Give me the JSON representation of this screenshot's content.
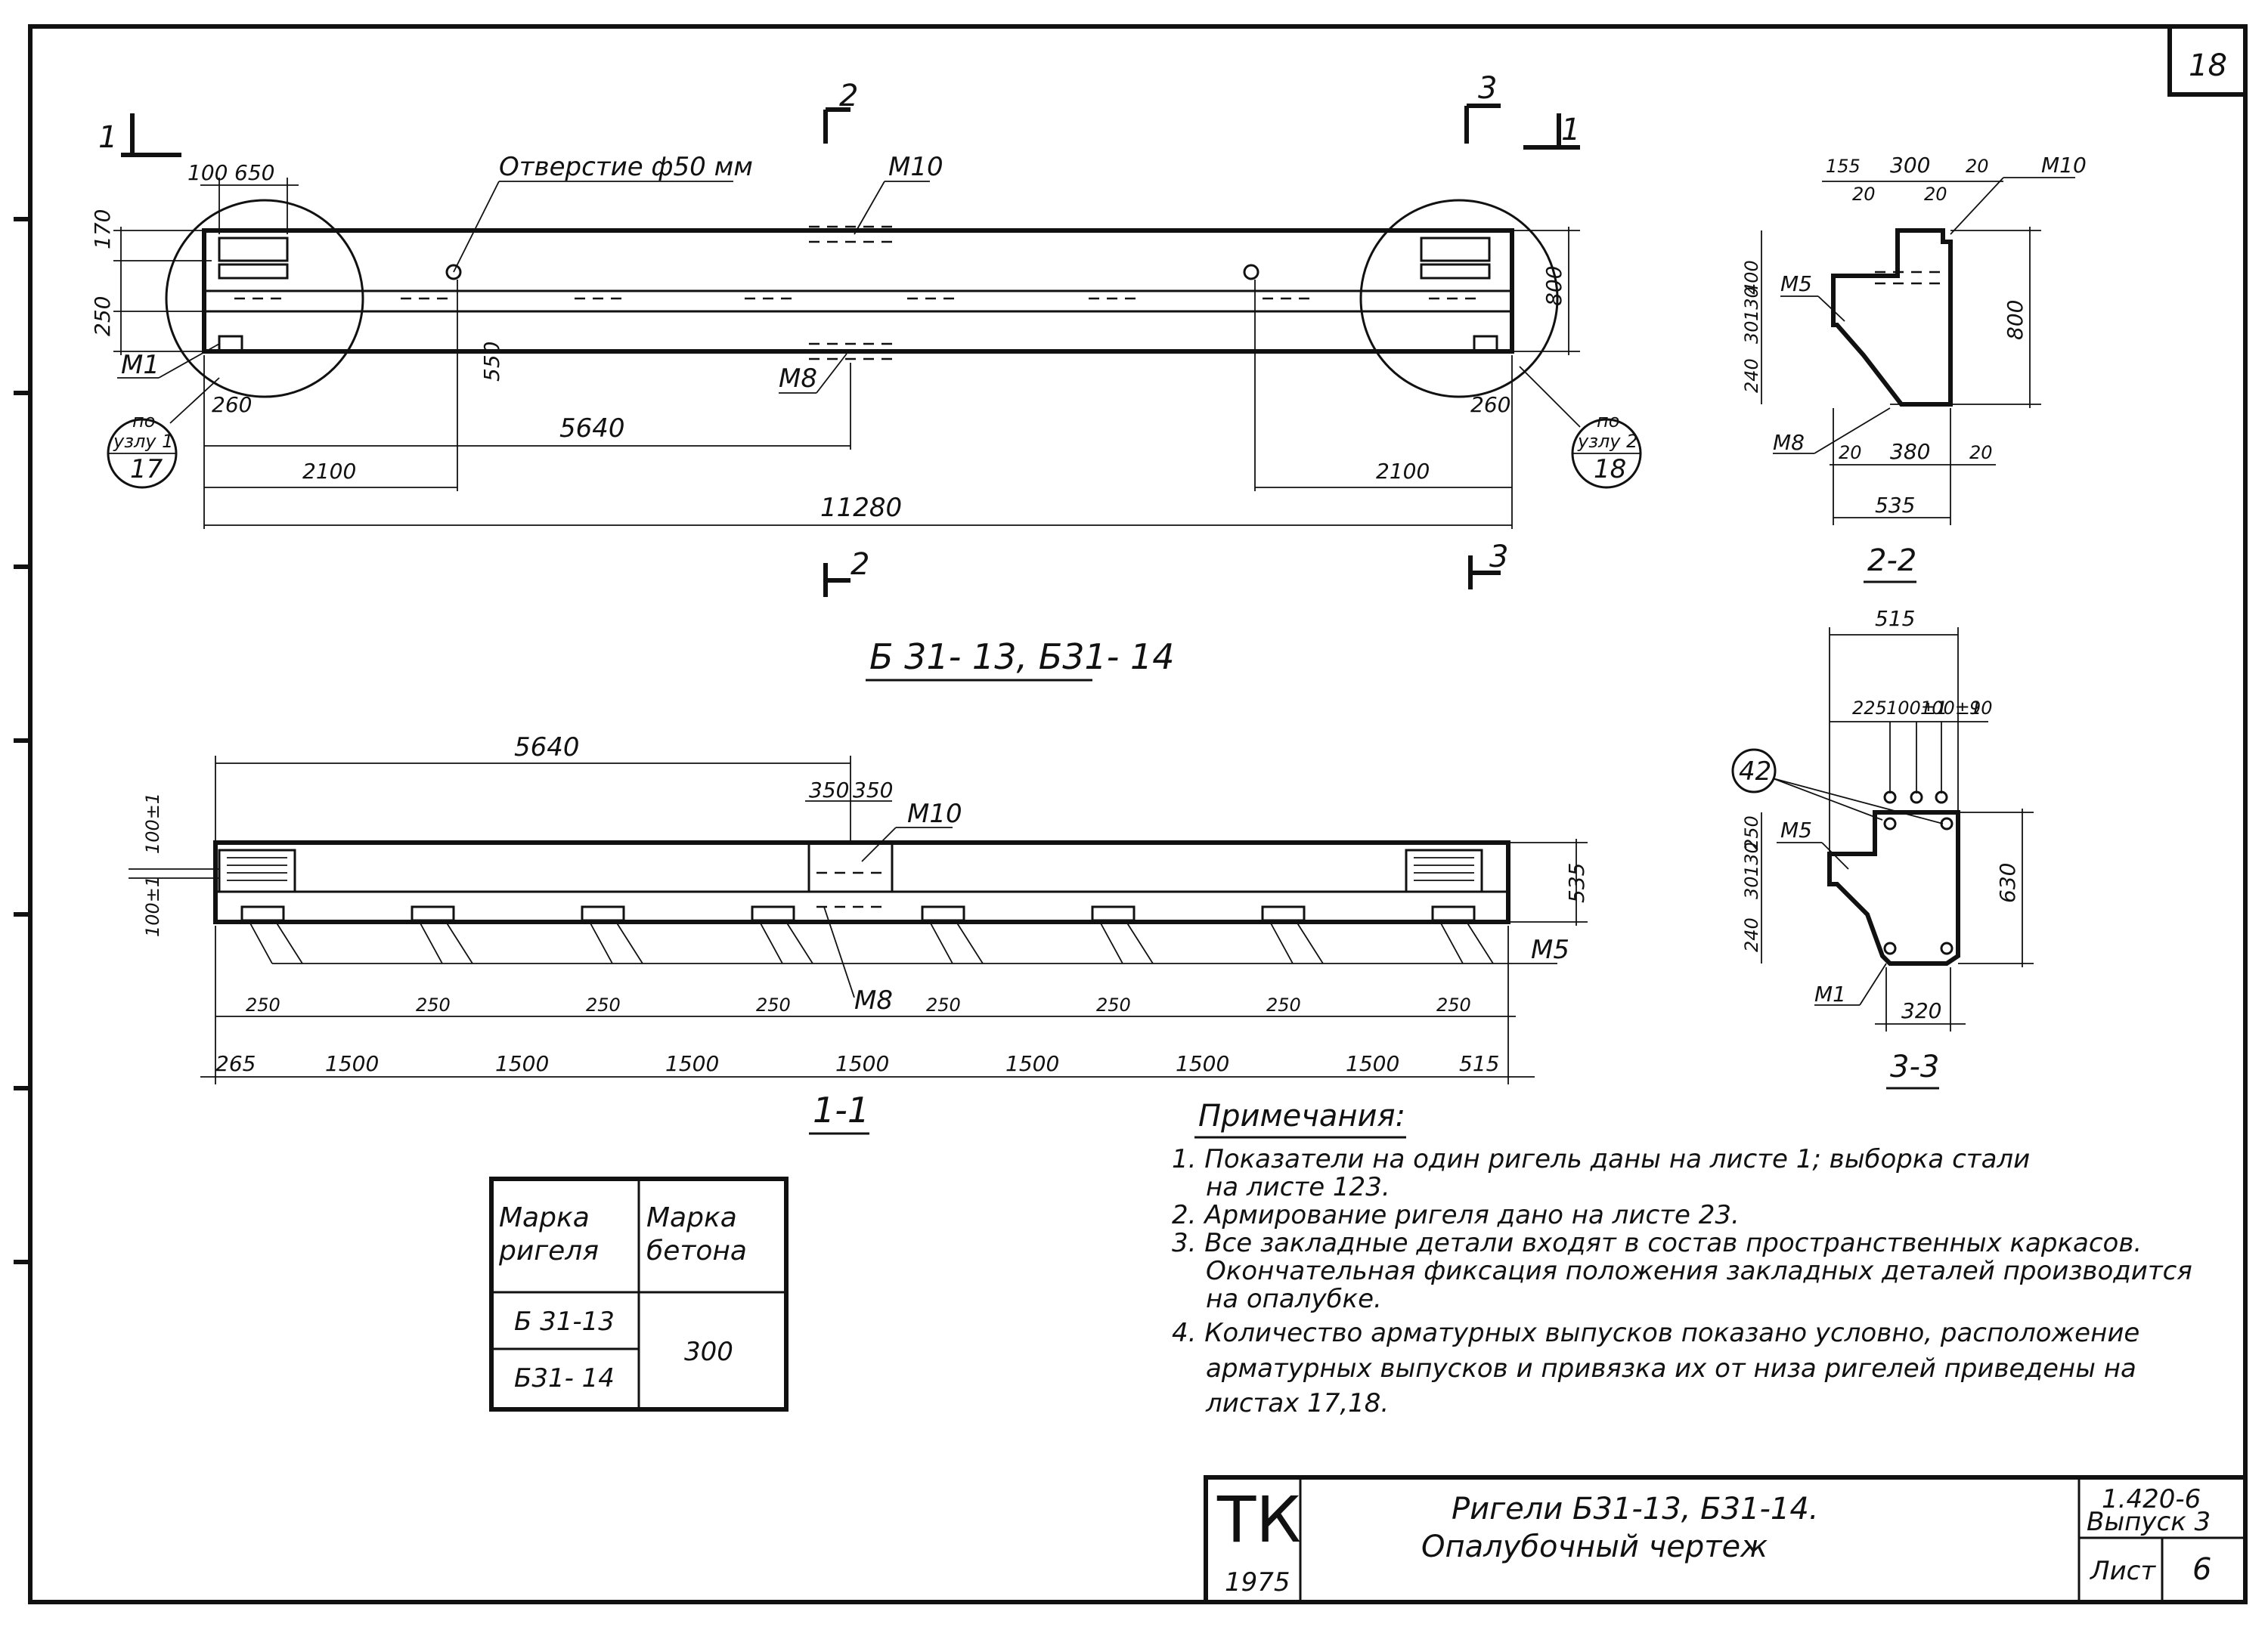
{
  "sheet": {
    "page_number": "18",
    "title_block": {
      "org": "ТК",
      "year": "1975",
      "title_line1": "Ригели Б31-13, Б31-14.",
      "title_line2": "Опалубочный чертеж",
      "series": "1.420-6",
      "issue": "Выпуск 3",
      "sheet_label": "Лист",
      "sheet_no": "6"
    }
  },
  "plan": {
    "section_1": "1",
    "section_2": "2",
    "section_3": "3",
    "hole_label": "Отверстие ф50 мм",
    "m10": "М10",
    "m8": "М8",
    "m1": "М1",
    "dims": {
      "d100": "100",
      "d650": "650",
      "d170": "170",
      "d250": "250",
      "d550": "550",
      "d260": "260",
      "d5640": "5640",
      "d2100": "2100",
      "d800": "800",
      "d11280": "11280"
    },
    "node1": {
      "line1": "по",
      "line2": "узлу 1",
      "line3": "17"
    },
    "node2": {
      "line1": "по",
      "line2": "узлу 2",
      "line3": "18"
    },
    "caption": "Б 31- 13, Б31- 14"
  },
  "elevation": {
    "caption": "1-1",
    "m10": "М10",
    "m8": "М8",
    "m5": "М5",
    "d5640": "5640",
    "d350": "350",
    "d100": "100±1",
    "d535": "535",
    "d250": "250",
    "d265": "265",
    "d1500": "1500",
    "d515": "515"
  },
  "section22": {
    "caption": "2-2",
    "dims": {
      "d155": "155",
      "d300": "300",
      "d20": "20",
      "d400": "400",
      "d30": "30",
      "d130": "130",
      "d240": "240",
      "d800": "800",
      "d380": "380",
      "d535": "535"
    },
    "m10": "М10",
    "m5": "М5",
    "m8": "М8"
  },
  "section33": {
    "caption": "3-3",
    "dims": {
      "d515": "515",
      "d225": "225",
      "d100": "100±1",
      "d90": "90",
      "d250": "250",
      "d130": "130",
      "d30": "30",
      "d240": "240",
      "d630": "630",
      "d320": "320"
    },
    "callout": "42",
    "m5": "М5",
    "m1": "М1"
  },
  "table": {
    "header_col1": "Марка ригеля",
    "header_col2": "Марка бетона",
    "rows": [
      "Б 31-13",
      "Б31- 14"
    ],
    "concrete": "300"
  },
  "notes": {
    "heading": "Примечания:",
    "lines": [
      "1. Показатели на один ригель даны на листе 1; выборка стали",
      "на листе 123.",
      "2. Армирование ригеля дано на листе 23.",
      "3. Все закладные детали входят в состав пространственных каркасов.",
      "Окончательная фиксация положения закладных деталей производится",
      "на опалубке.",
      "4. Количество арматурных выпусков показано условно, расположение",
      "арматурных выпусков и привязка их от низа ригелей приведены на",
      "листах 17,18."
    ]
  }
}
